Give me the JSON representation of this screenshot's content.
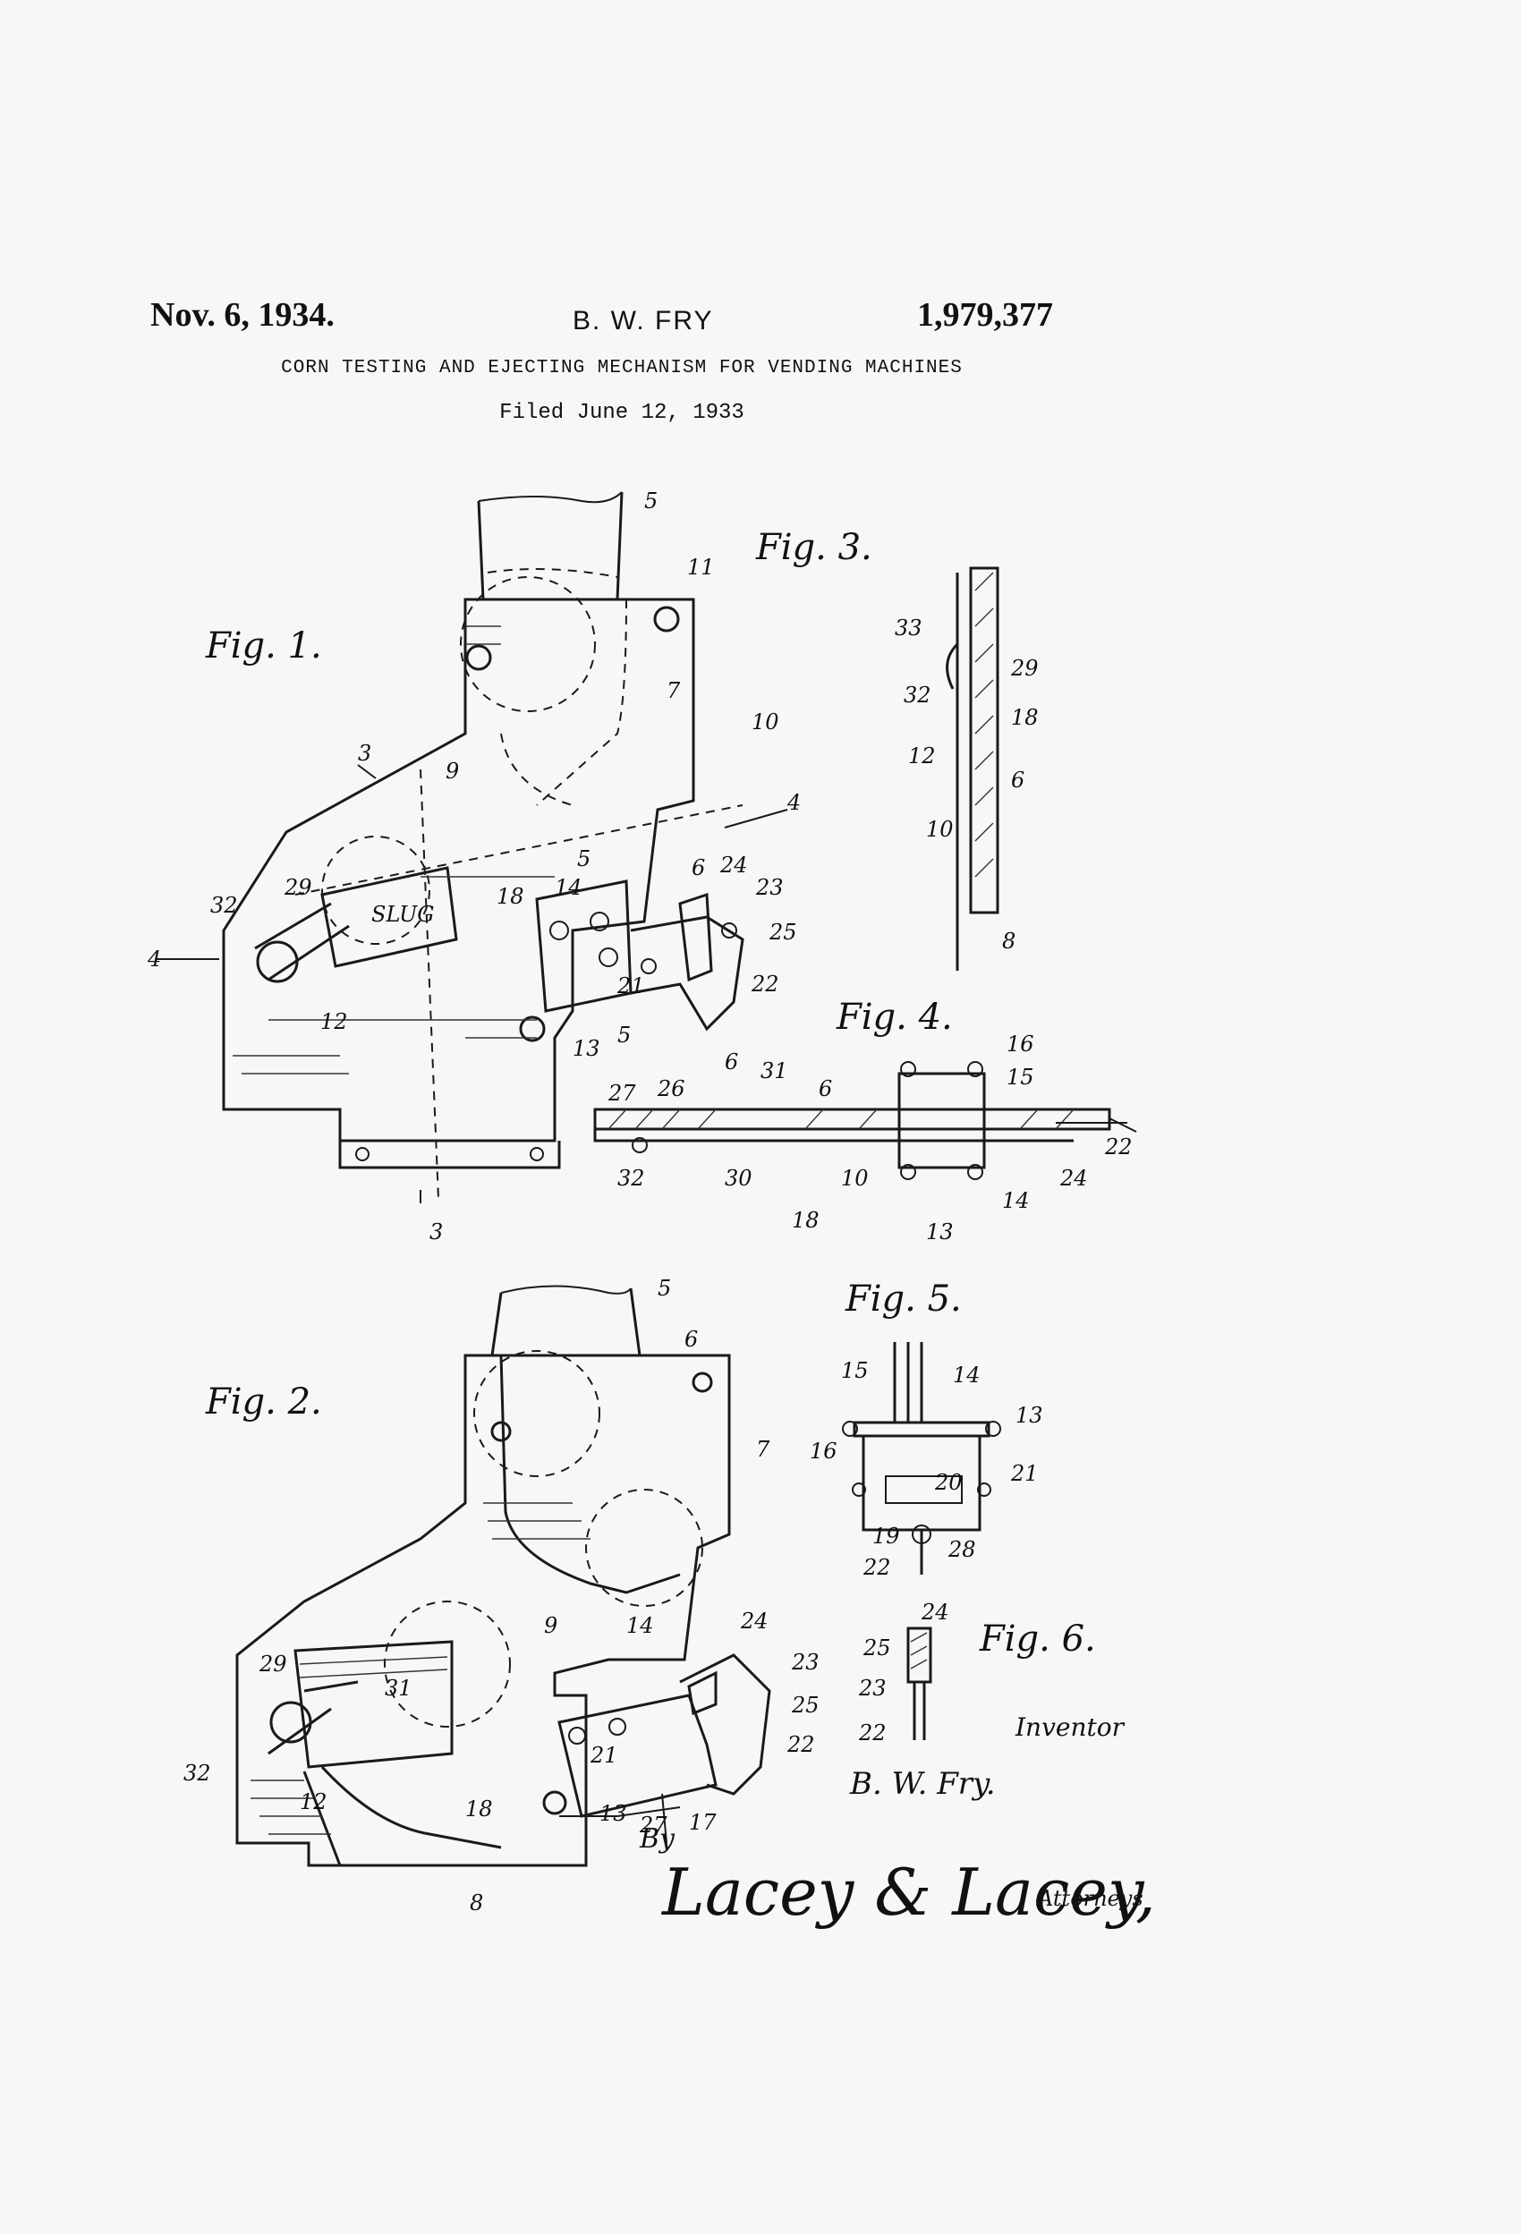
{
  "header": {
    "date": "Nov. 6, 1934.",
    "inventor_name": "B. W. FRY",
    "patent_number": "1,979,377",
    "title": "CORN TESTING AND EJECTING MECHANISM FOR VENDING MACHINES",
    "filed": "Filed June 12, 1933"
  },
  "figures": {
    "fig1": "Fig. 1.",
    "fig2": "Fig. 2.",
    "fig3": "Fig. 3.",
    "fig4": "Fig. 4.",
    "fig5": "Fig. 5.",
    "fig6": "Fig. 6."
  },
  "slug_text": "SLUG",
  "signature": {
    "inventor_label": "Inventor",
    "inventor": "B. W. Fry.",
    "by": "By",
    "attorneys_signature": "Lacey & Lacey,",
    "attorneys_label": "Attorneys"
  }
}
